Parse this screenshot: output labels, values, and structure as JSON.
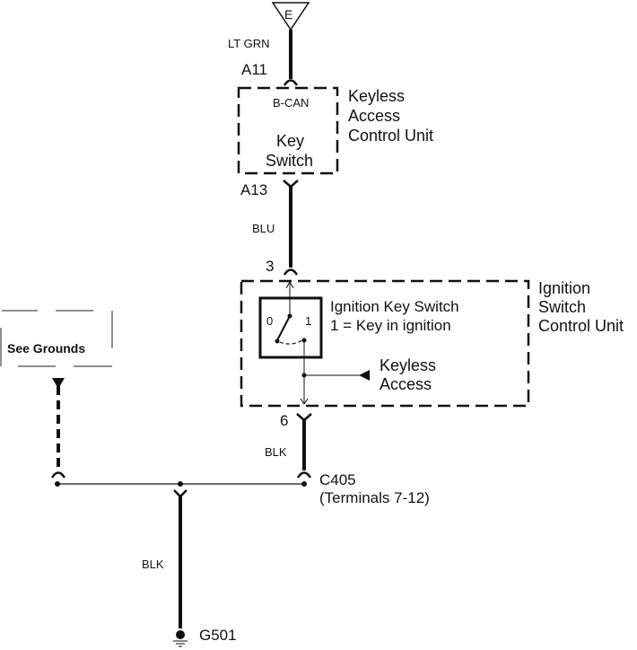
{
  "diagram": {
    "top_connector": {
      "label": "E",
      "wire_color": "LT GRN",
      "terminal": "A11"
    },
    "keyless_access_unit": {
      "name_lines": [
        "Keyless",
        "Access",
        "Control Unit"
      ],
      "bus_label": "B-CAN",
      "function_lines": [
        "Key",
        "Switch"
      ],
      "output_terminal": "A13"
    },
    "wire_blu": {
      "color": "BLU",
      "terminal": "3"
    },
    "ignition_switch_unit": {
      "name_lines": [
        "Ignition",
        "Switch",
        "Control Unit"
      ],
      "switch": {
        "title": "Ignition Key Switch",
        "legend": "1 = Key in ignition",
        "positions": [
          "0",
          "1"
        ]
      },
      "keyless_signal_lines": [
        "Keyless",
        "Access"
      ],
      "output_terminal": "6"
    },
    "wire_blk_upper": {
      "color": "BLK"
    },
    "connector_c405": {
      "name": "C405",
      "note": "(Terminals 7-12)"
    },
    "see_grounds": {
      "label": "See Grounds"
    },
    "wire_blk_lower": {
      "color": "BLK"
    },
    "ground": {
      "name": "G501"
    }
  }
}
